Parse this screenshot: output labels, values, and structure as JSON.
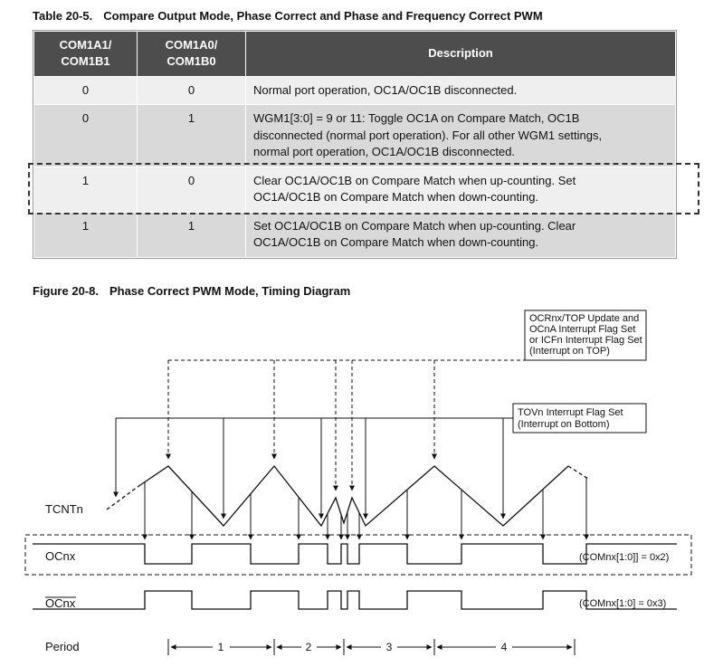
{
  "table": {
    "label": "Table 20-5.",
    "title": "Compare Output Mode, Phase Correct and Phase and Frequency Correct PWM",
    "headers": [
      "COM1A1/\nCOM1B1",
      "COM1A0/\nCOM1B0",
      "Description"
    ],
    "rows": [
      {
        "com1": "0",
        "com0": "0",
        "desc": "Normal port operation, OC1A/OC1B disconnected."
      },
      {
        "com1": "0",
        "com0": "1",
        "desc": "WGM1[3:0] = 9 or 11: Toggle OC1A on Compare Match, OC1B\ndisconnected (normal port operation). For all other WGM1 settings,\nnormal port operation, OC1A/OC1B disconnected."
      },
      {
        "com1": "1",
        "com0": "0",
        "desc": "Clear OC1A/OC1B on Compare Match when up-counting. Set\nOC1A/OC1B on Compare Match when down-counting."
      },
      {
        "com1": "1",
        "com0": "1",
        "desc": "Set OC1A/OC1B on Compare Match when up-counting. Clear\nOC1A/OC1B on Compare Match when down-counting."
      }
    ]
  },
  "figure": {
    "label": "Figure 20-8.",
    "title": "Phase Correct PWM Mode, Timing Diagram",
    "notes": {
      "top": [
        "OCRnx/TOP Update and",
        "OCnA Interrupt Flag Set",
        "or ICFn Interrupt Flag Set",
        "(Interrupt on TOP)"
      ],
      "bottom": [
        "TOVn Interrupt Flag Set",
        "(Interrupt on Bottom)"
      ]
    },
    "labels": {
      "tcnt": "TCNTn",
      "ocnx": "OCnx",
      "ocnx_inv": "OCnx",
      "period": "Period",
      "com_ocnx": "(COMnx[1:0]] = 0x2)",
      "com_ocnx_inv": "(COMnx[1:0] = 0x3)"
    },
    "periods": [
      "1",
      "2",
      "3",
      "4"
    ]
  }
}
